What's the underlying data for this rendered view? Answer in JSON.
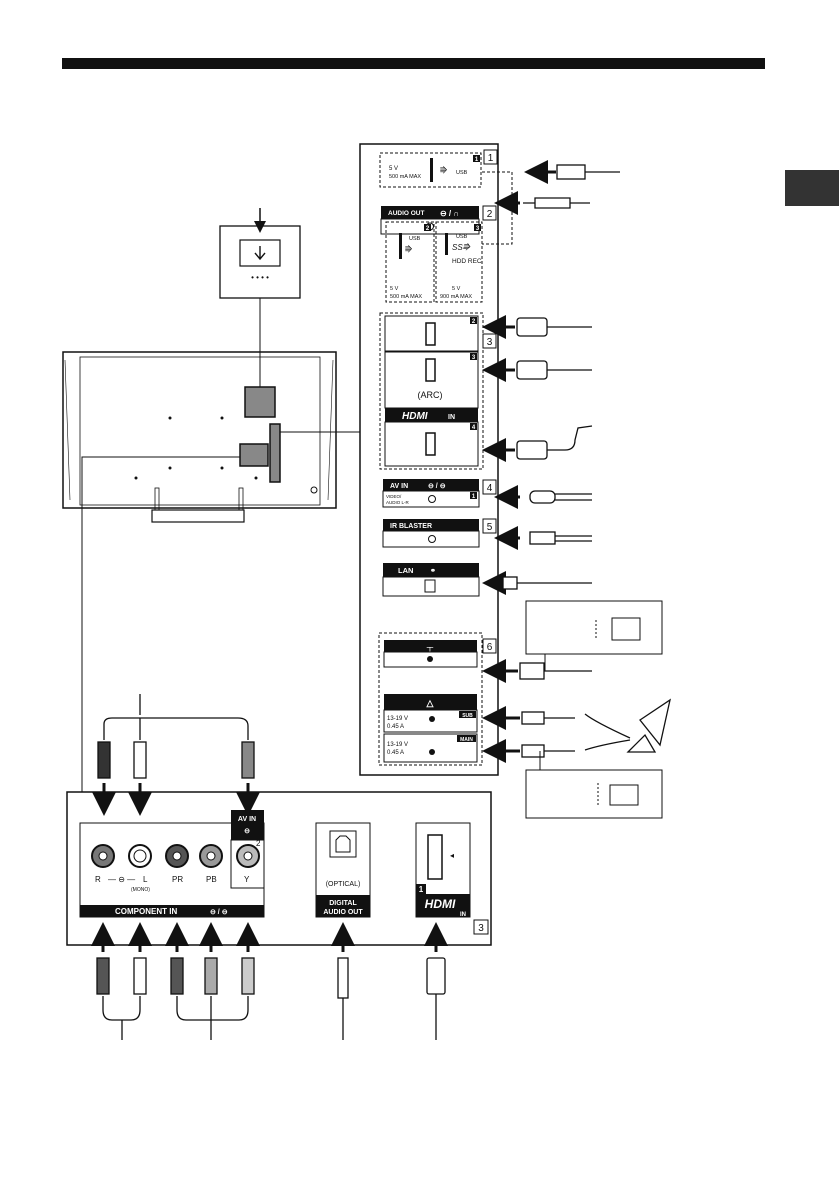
{
  "panel": {
    "usb1": {
      "voltage": "5 V",
      "current": "500 mA MAX",
      "label": "USB",
      "num": "1"
    },
    "audio_out": {
      "label": "AUDIO OUT"
    },
    "usb2": {
      "label": "USB",
      "voltage": "5 V",
      "current": "500 mA MAX",
      "num": "2"
    },
    "usb3": {
      "label": "USB",
      "rec": "HDD REC",
      "voltage": "5 V",
      "current": "900 mA MAX",
      "num": "3"
    },
    "hdmi": {
      "arc": "(ARC)",
      "logo": "HDMI",
      "in": "IN",
      "nums": [
        "2",
        "3",
        "4"
      ]
    },
    "av_in": {
      "label": "AV IN",
      "sub": "VIDEO/\nAUDIO L-R",
      "sub1": "VIDEO/",
      "sub2": "AUDIO L-R",
      "num": "1"
    },
    "ir_blaster": {
      "label": "IR BLASTER"
    },
    "lan": {
      "label": "LAN"
    },
    "sat": {
      "voltage": "13-19 V",
      "current": "0.45 A",
      "sub_tag": "SUB",
      "main_tag": "MAIN"
    },
    "callouts": [
      "1",
      "2",
      "3",
      "4",
      "5",
      "6"
    ]
  },
  "bottom": {
    "av_in": {
      "label": "AV IN",
      "num": "2"
    },
    "jack_labels": {
      "r": "R",
      "l": "L",
      "mono": "(MONO)",
      "pr": "PR",
      "pb": "PB",
      "y": "Y"
    },
    "component_label": "COMPONENT IN",
    "optical": {
      "label": "(OPTICAL)",
      "digital": "DIGITAL",
      "audio_out": "AUDIO OUT"
    },
    "hdmi": {
      "num": "1",
      "logo": "HDMI",
      "in": "IN"
    },
    "callout": "3"
  },
  "colors": {
    "ink": "#111111",
    "panel_black": "#111111",
    "tab": "#333333"
  }
}
